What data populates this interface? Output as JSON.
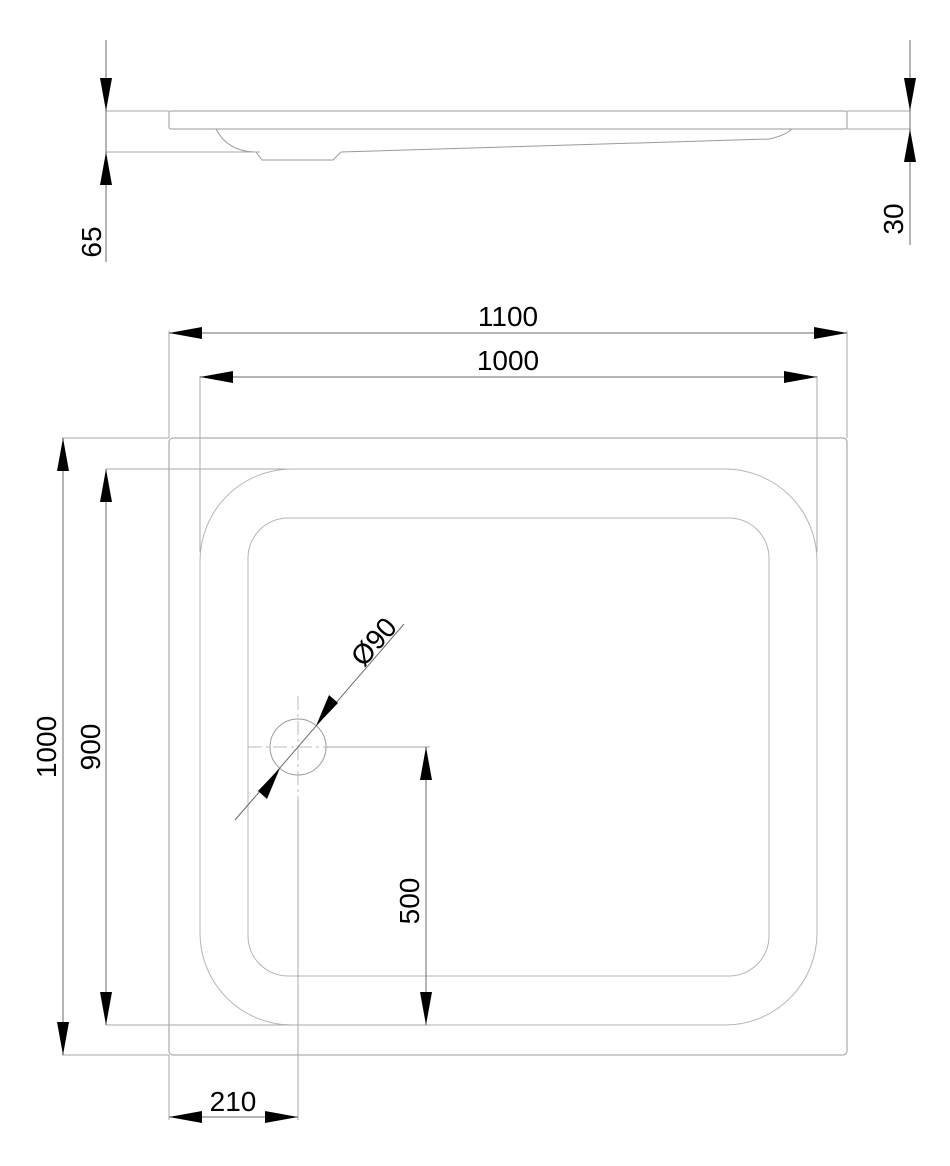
{
  "dimensions": {
    "overall_width": "1100",
    "inner_width": "1000",
    "overall_depth": "1000",
    "inner_depth": "900",
    "drain_offset_x": "210",
    "drain_offset_y": "500",
    "drain_diameter": "Ø90",
    "total_height": "65",
    "rim_height": "30"
  },
  "colors": {
    "lines": "#9a9a9a",
    "dimension_arrows": "#000000",
    "text": "#000000"
  }
}
